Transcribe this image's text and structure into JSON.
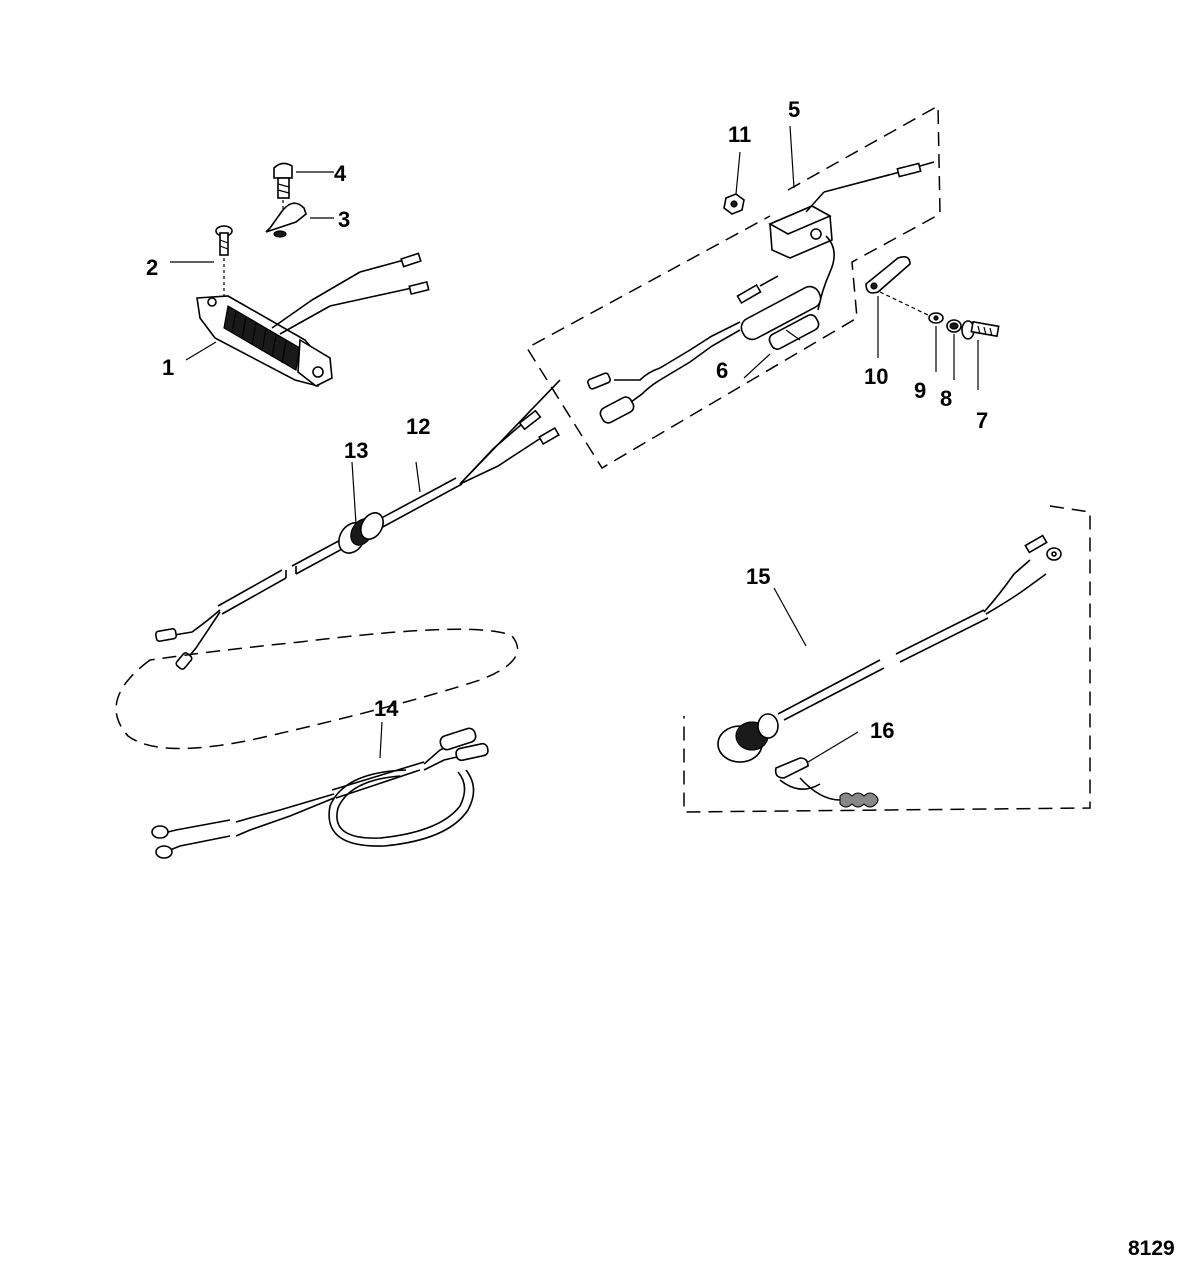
{
  "figure_id": "8129",
  "callouts": {
    "c1": "1",
    "c2": "2",
    "c3": "3",
    "c4": "4",
    "c5": "5",
    "c6": "6",
    "c7": "7",
    "c8": "8",
    "c9": "9",
    "c10": "10",
    "c11": "11",
    "c12": "12",
    "c13": "13",
    "c14": "14",
    "c15": "15",
    "c16": "16"
  }
}
